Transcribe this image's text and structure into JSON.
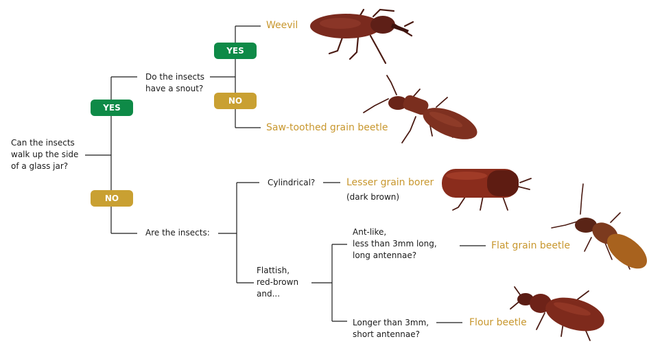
{
  "root_question": {
    "line1": "Can the insects",
    "line2": "walk up the side",
    "line3": "of a glass jar?"
  },
  "yes_label": "YES",
  "no_label": "NO",
  "snout_question": {
    "line1": "Do the insects",
    "line2": "have a snout?"
  },
  "insects_are": "Are the insects:",
  "cylindrical": "Cylindrical?",
  "flattish": {
    "line1": "Flattish,",
    "line2": "red-brown",
    "line3": "and..."
  },
  "antlike": {
    "line1": "Ant-like,",
    "line2": "less than 3mm long,",
    "line3": "long antennae?"
  },
  "longer": {
    "line1": "Longer than 3mm,",
    "line2": "short antennae?"
  },
  "answers": {
    "weevil": "Weevil",
    "saw_toothed": "Saw-toothed grain beetle",
    "lesser_borer": "Lesser grain borer",
    "lesser_borer_note": "(dark brown)",
    "flat_grain": "Flat grain beetle",
    "flour": "Flour beetle"
  },
  "colors": {
    "yes": "#0e8a47",
    "no": "#c9a032",
    "answer": "#c8972e",
    "insect": "#6e2a1c"
  }
}
